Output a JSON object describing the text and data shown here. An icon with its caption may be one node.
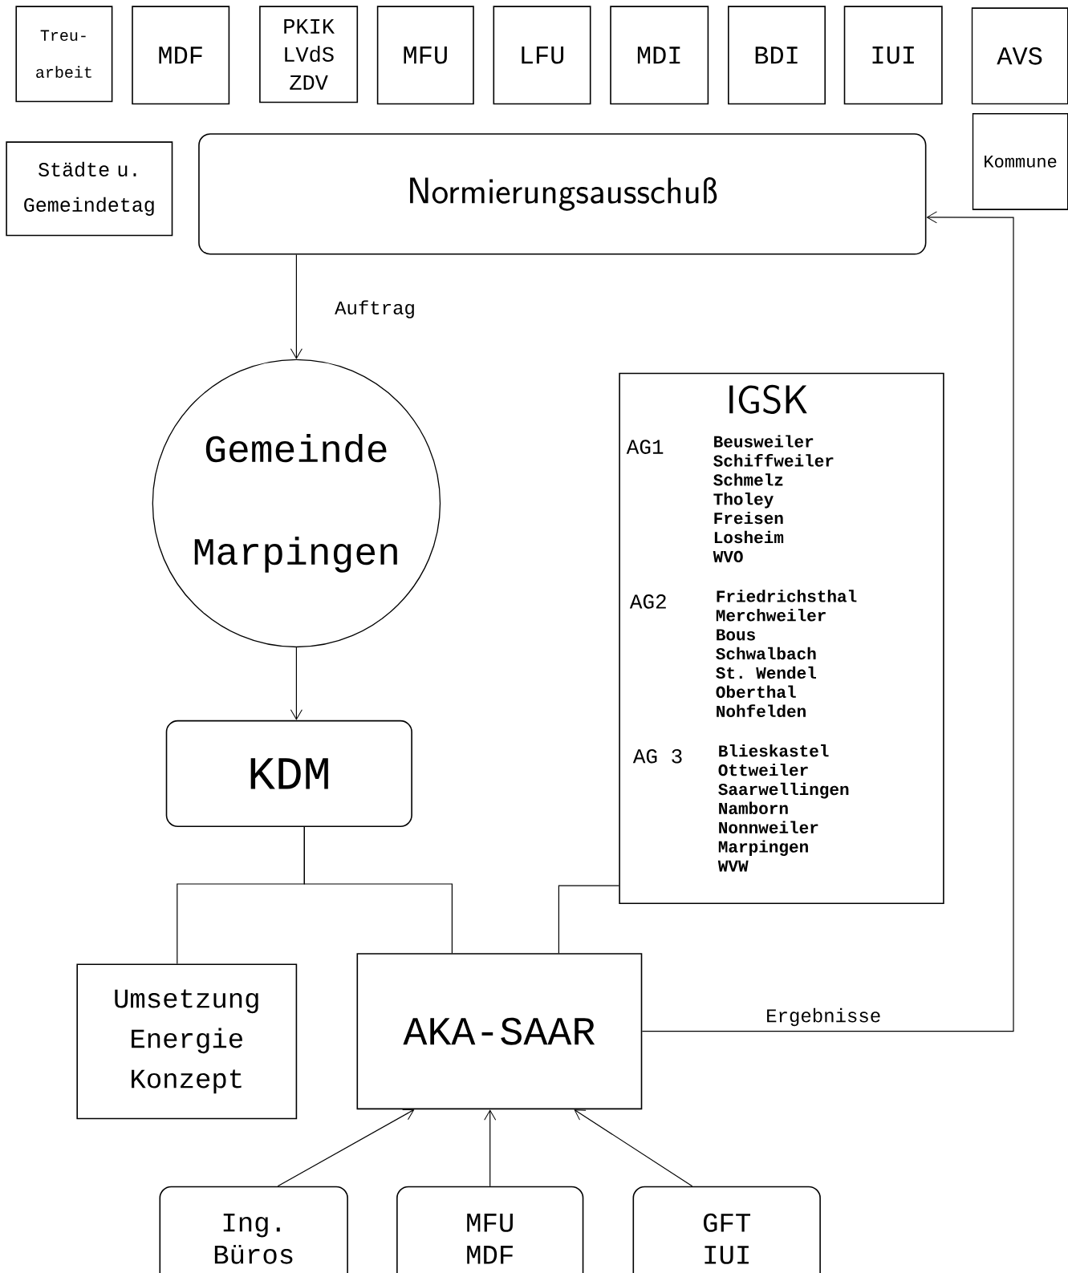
{
  "diagram": {
    "nodes": [
      {
        "text": [
          "Treu- arbeit"
        ]
      },
      {
        "text": [
          "MDF"
        ]
      },
      {
        "text": [
          "PKIK LVdS ZDV"
        ]
      },
      {
        "text": [
          "MFU"
        ]
      },
      {
        "text": [
          "LFU"
        ]
      },
      {
        "text": [
          "MDI"
        ]
      },
      {
        "text": [
          "BDI"
        ]
      },
      {
        "text": [
          "IUI"
        ]
      },
      {
        "text": [
          "AVS"
        ]
      },
      {
        "text": [
          "Kommune"
        ]
      },
      {
        "text": [
          "Städte u. Gemeindetag"
        ]
      },
      {
        "text": [
          "Normierungsausschuß"
        ]
      },
      {
        "text": [
          "Gemeinde Marpingen"
        ]
      },
      {
        "text": [
          "KDM"
        ]
      },
      {
        "text": [
          "IGSK",
          "AG1",
          "Beusweiler",
          "Schiffweiler",
          "Schmelz",
          "Tholey",
          "Freisen",
          "Losheim",
          "WVO",
          "AG2",
          "Friedrichsthal",
          "Merchweiler",
          "Bous",
          "Schwalbach",
          "St. Wendel",
          "Oberthal",
          "Nohfelden",
          "AG 3",
          "Blieskastel",
          "Ottweiler",
          "Saarwellingen",
          "Namborn",
          "Nonnweiler",
          "Marpingen",
          "WVW"
        ]
      },
      {
        "text": [
          "Umsetzung Energie Konzept"
        ]
      },
      {
        "text": [
          "AKA-SAAR"
        ]
      },
      {
        "text": [
          "Ing. Büros"
        ]
      },
      {
        "text": [
          "MFU MDF"
        ]
      },
      {
        "text": [
          "GFT IUI"
        ]
      }
    ],
    "edges": [
      {
        "from": 11,
        "to": 12,
        "arrow": "to",
        "label": "Auftrag"
      },
      {
        "from": 12,
        "to": 13,
        "arrow": "to"
      },
      {
        "from": 13,
        "to": 15,
        "arrow": "none"
      },
      {
        "from": 13,
        "to": 16,
        "arrow": "none"
      },
      {
        "from": 14,
        "to": 16,
        "arrow": "none"
      },
      {
        "from": 16,
        "to": 11,
        "arrow": "to",
        "label": "Ergebnisse"
      },
      {
        "from": 17,
        "to": 16,
        "arrow": "to"
      },
      {
        "from": 18,
        "to": 16,
        "arrow": "to"
      },
      {
        "from": 19,
        "to": 16,
        "arrow": "to"
      }
    ]
  }
}
